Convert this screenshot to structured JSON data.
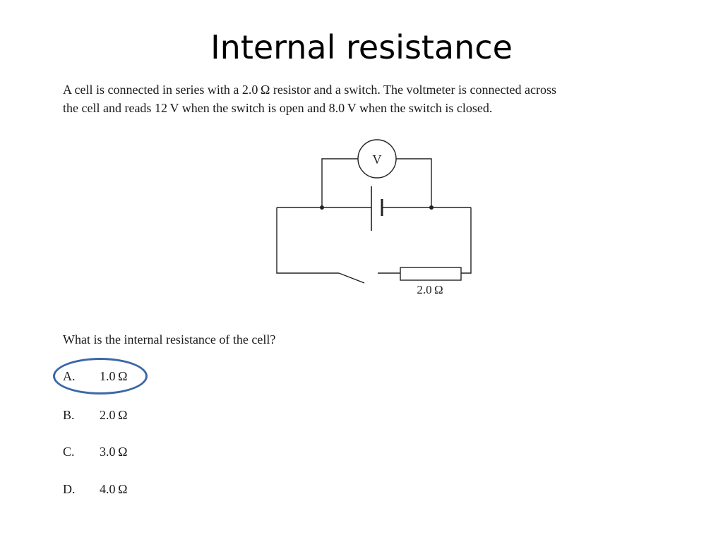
{
  "slide": {
    "title": "Internal resistance"
  },
  "question": {
    "line1": "A cell is connected in series with a 2.0 Ω resistor and a switch.  The voltmeter is connected across",
    "line2": "the cell and reads 12 V when the switch is open and 8.0 V when the switch is closed."
  },
  "circuit": {
    "meter_label": "V",
    "resistor_label": "2.0 Ω"
  },
  "prompt": "What is the internal resistance of the cell?",
  "options": [
    {
      "letter": "A.",
      "value": "1.0 Ω"
    },
    {
      "letter": "B.",
      "value": "2.0 Ω"
    },
    {
      "letter": "C.",
      "value": "3.0 Ω"
    },
    {
      "letter": "D.",
      "value": "4.0 Ω"
    }
  ],
  "selected_option": "A.",
  "colors": {
    "selection_ring": "#3b68a7"
  }
}
